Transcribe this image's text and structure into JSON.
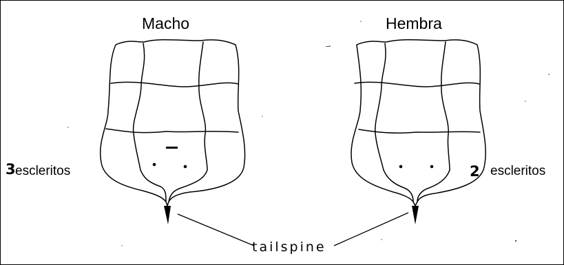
{
  "figure": {
    "male": {
      "title": "Macho",
      "sclerite_count": "3",
      "sclerite_word": "escleritos"
    },
    "female": {
      "title": "Hembra",
      "sclerite_count": "2",
      "sclerite_word": "escleritos"
    },
    "callout": "tailspine"
  },
  "colors": {
    "ink": "#000000",
    "paper": "#ffffff",
    "border": "#000000"
  }
}
